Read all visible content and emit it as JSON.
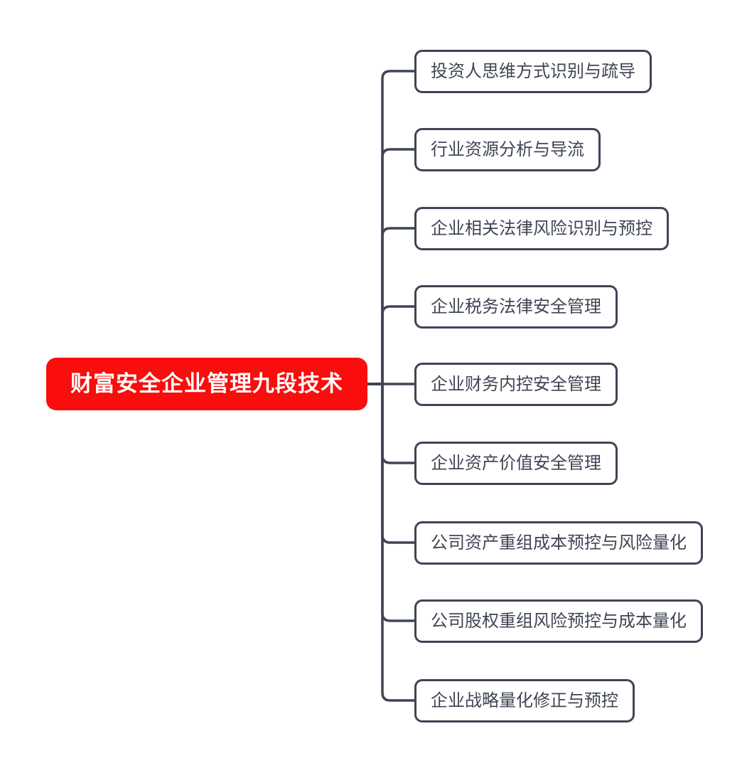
{
  "diagram": {
    "type": "mindmap",
    "root": {
      "label": "财富安全企业管理九段技术"
    },
    "children": [
      {
        "label": "投资人思维方式识别与疏导"
      },
      {
        "label": "行业资源分析与导流"
      },
      {
        "label": "企业相关法律风险识别与预控"
      },
      {
        "label": "企业税务法律安全管理"
      },
      {
        "label": "企业财务内控安全管理"
      },
      {
        "label": "企业资产价值安全管理"
      },
      {
        "label": "公司资产重组成本预控与风险量化"
      },
      {
        "label": "公司股权重组风险预控与成本量化"
      },
      {
        "label": "企业战略量化修正与预控"
      }
    ],
    "colors": {
      "canvas_bg": "#ffffff",
      "root_bg": "#fa0d0c",
      "root_text": "#ffffff",
      "branch_bg": "#ffffff",
      "branch_border": "#3e4554",
      "branch_text": "#3f4553",
      "connector_line": "#3e4554"
    }
  }
}
